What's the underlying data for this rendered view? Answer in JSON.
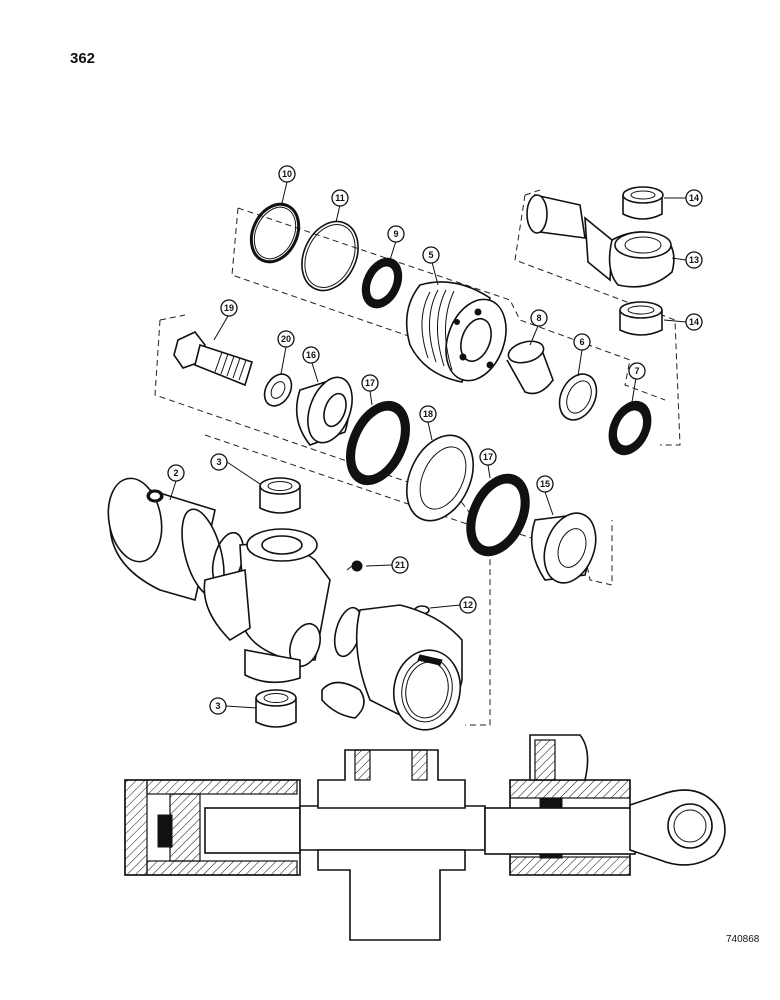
{
  "page_number": "362",
  "figure_code": "740868",
  "callouts": [
    "10",
    "11",
    "9",
    "5",
    "14",
    "13",
    "14",
    "19",
    "20",
    "16",
    "17",
    "18",
    "8",
    "6",
    "7",
    "17",
    "15",
    "2",
    "3",
    "21",
    "12",
    "3"
  ]
}
